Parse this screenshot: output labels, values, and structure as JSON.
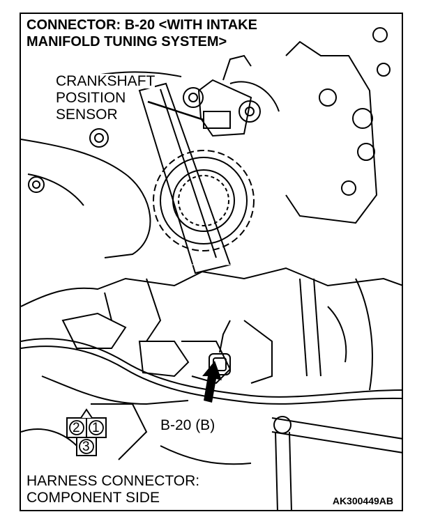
{
  "title": {
    "line1": "CONNECTOR: B-20 <WITH INTAKE",
    "line2": "MANIFOLD TUNING SYSTEM>"
  },
  "callouts": {
    "sensor_line1": "CRANKSHAFT",
    "sensor_line2": "POSITION",
    "sensor_line3": "SENSOR",
    "connector": "B-20 (B)"
  },
  "connector_pins": [
    "2",
    "1",
    "3"
  ],
  "harness": {
    "line1": "HARNESS CONNECTOR:",
    "line2": "COMPONENT SIDE"
  },
  "figure_code": "AK300449AB"
}
